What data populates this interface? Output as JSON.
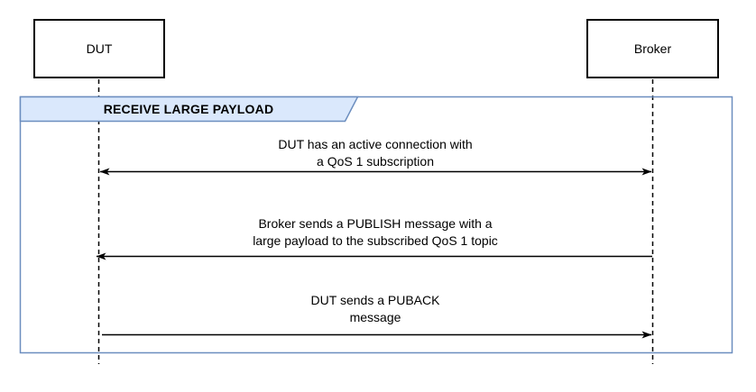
{
  "diagram": {
    "type": "sequence-diagram",
    "actors": [
      {
        "label": "DUT"
      },
      {
        "label": "Broker"
      }
    ],
    "frame": {
      "label": "RECEIVE LARGE PAYLOAD"
    },
    "messages": [
      {
        "from": "DUT",
        "to": "Broker",
        "direction": "bidirectional",
        "label": "DUT has an active connection with\na QoS 1 subscription"
      },
      {
        "from": "Broker",
        "to": "DUT",
        "direction": "right-to-left",
        "label": "Broker sends a PUBLISH message with a\nlarge payload to the subscribed QoS 1 topic"
      },
      {
        "from": "DUT",
        "to": "Broker",
        "direction": "left-to-right",
        "label": "DUT sends a PUBACK\nmessage"
      }
    ],
    "colors": {
      "frame_border": "#6c8ebf",
      "frame_tab_fill": "#dae8fc",
      "line": "#000000",
      "actor_border": "#000000",
      "background": "#ffffff"
    }
  }
}
